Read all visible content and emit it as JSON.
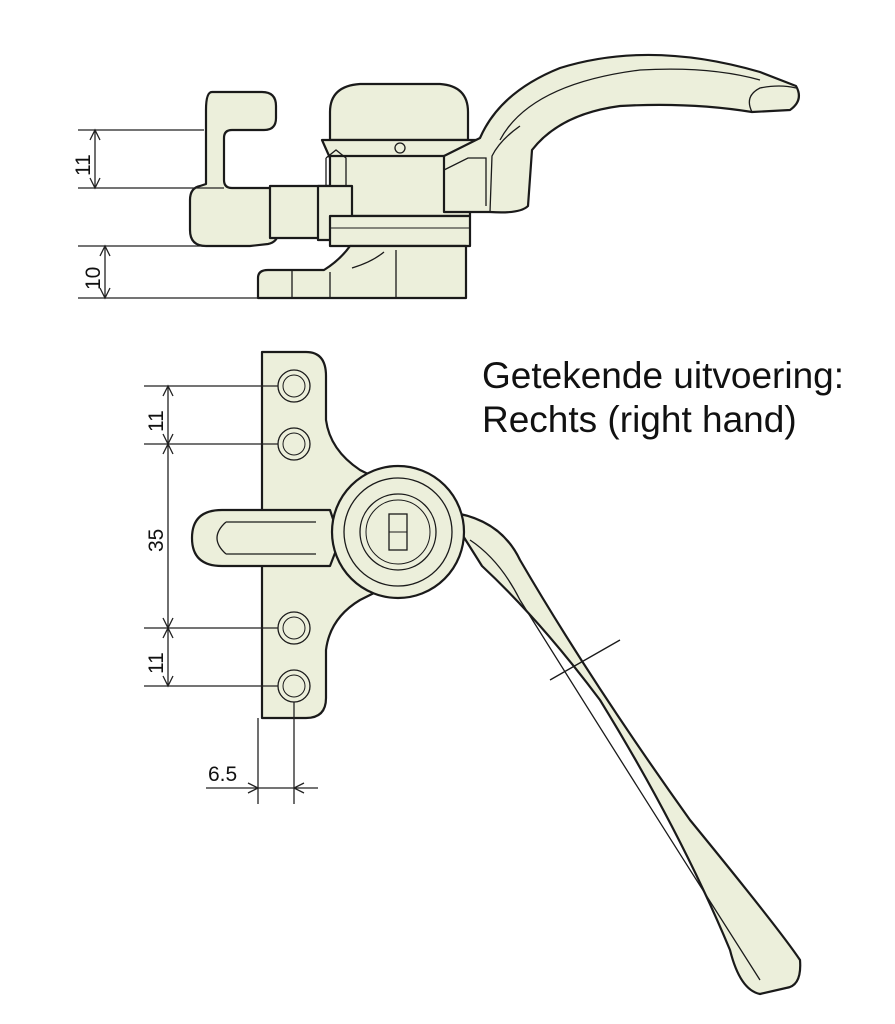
{
  "caption": {
    "line1": "Getekende uitvoering:",
    "line2": "Rechts (right hand)"
  },
  "side_view": {
    "dim_upper": "11",
    "dim_lower": "10"
  },
  "top_view": {
    "dim_hole_spacing_top": "11",
    "dim_center": "35",
    "dim_hole_spacing_bottom": "11",
    "dim_edge_offset": "6.5"
  },
  "colors": {
    "part_fill": "#ecefdb",
    "outline": "#1a1a1a"
  }
}
